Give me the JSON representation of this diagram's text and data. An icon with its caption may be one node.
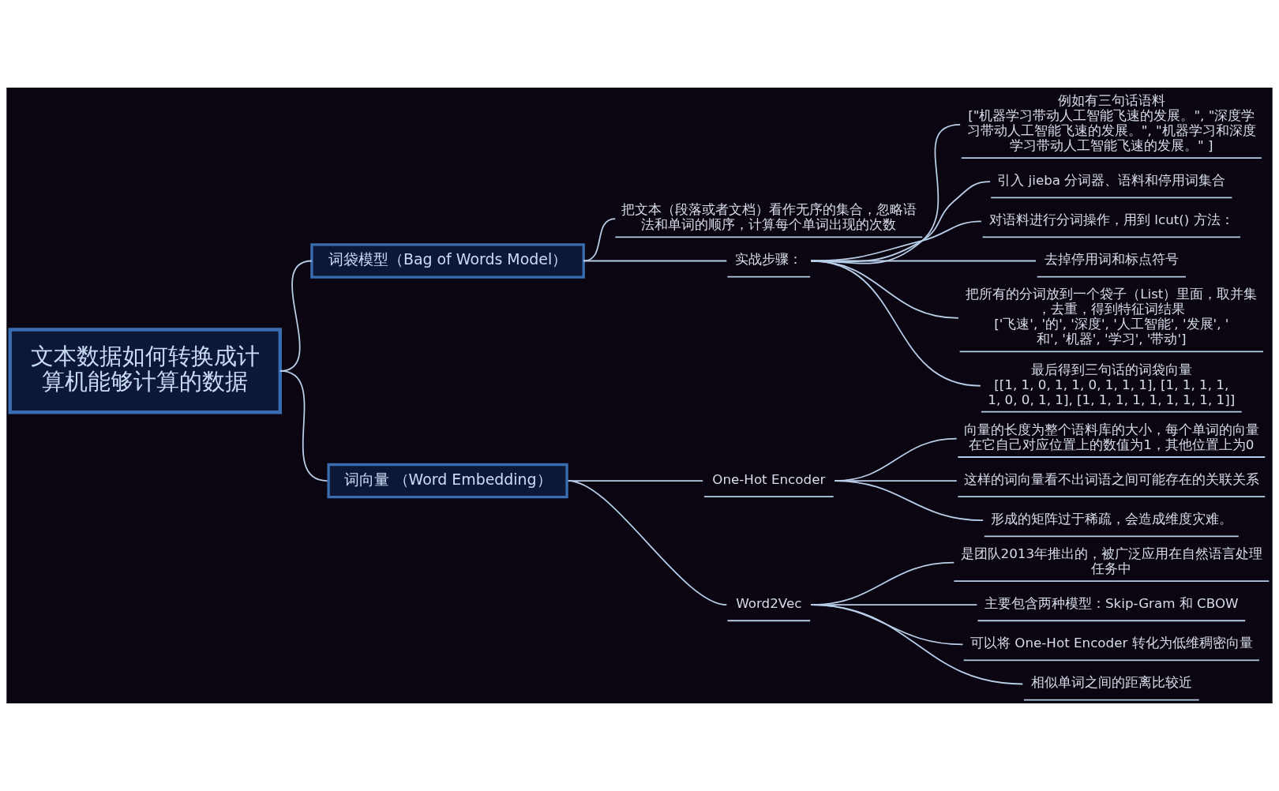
{
  "diagram": {
    "nodes": [
      {
        "text": [
          "文本数据如何转换成计算机能够计算的数据"
        ]
      },
      {
        "text": [
          "词袋模型（Bag of Words Model）"
        ]
      },
      {
        "text": [
          "把文本（段落或者文档）看作无序的集合，忽略语法和单词的顺序，计算每个单词出现的次数"
        ]
      },
      {
        "text": [
          "实战步骤："
        ]
      },
      {
        "text": [
          "例如有三句话语料",
          "[\"机器学习带动人工智能飞速的发展。\", \"深度学习带动人工智能飞速的发展。\", \"机器学习和深度学习带动人工智能飞速的发展。\" ]"
        ]
      },
      {
        "text": [
          "引入 jieba 分词器、语料和停用词集合"
        ]
      },
      {
        "text": [
          "对语料进行分词操作，用到 lcut() 方法："
        ]
      },
      {
        "text": [
          "去掉停用词和标点符号"
        ]
      },
      {
        "text": [
          "把所有的分词放到一个袋子（List）里面，取并集，去重，得到特征词结果",
          "['飞速', '的', '深度', '人工智能', '发展', '和', '机器', '学习', '带动']"
        ]
      },
      {
        "text": [
          "最后得到三句话的词袋向量",
          "[[1, 1, 0, 1, 1, 0, 1, 1, 1], [1, 1, 1, 1, 1, 0, 0, 1, 1], [1, 1, 1, 1, 1, 1, 1, 1, 1]]"
        ]
      },
      {
        "text": [
          "词向量 （Word Embedding）"
        ]
      },
      {
        "text": [
          "One-Hot Encoder"
        ]
      },
      {
        "text": [
          "向量的长度为整个语料库的大小，每个单词的向量在它自己对应位置上的数值为1，其他位置上为0"
        ]
      },
      {
        "text": [
          "这样的词向量看不出词语之间可能存在的关联关系"
        ]
      },
      {
        "text": [
          "形成的矩阵过于稀疏，会造成维度灾难。"
        ]
      },
      {
        "text": [
          "Word2Vec"
        ]
      },
      {
        "text": [
          "是团队2013年推出的，被广泛应用在自然语言处理任务中"
        ]
      },
      {
        "text": [
          "主要包含两种模型：Skip-Gram 和 CBOW"
        ]
      },
      {
        "text": [
          "可以将 One-Hot Encoder 转化为低维稠密向量"
        ]
      },
      {
        "text": [
          "相似单词之间的距离比较近"
        ]
      }
    ],
    "edges": [
      {
        "from": 0,
        "to": 1,
        "arrow": "none"
      },
      {
        "from": 1,
        "to": 2,
        "arrow": "none"
      },
      {
        "from": 1,
        "to": 3,
        "arrow": "none"
      },
      {
        "from": 3,
        "to": 4,
        "arrow": "none"
      },
      {
        "from": 3,
        "to": 5,
        "arrow": "none"
      },
      {
        "from": 3,
        "to": 6,
        "arrow": "none"
      },
      {
        "from": 3,
        "to": 7,
        "arrow": "none"
      },
      {
        "from": 3,
        "to": 8,
        "arrow": "none"
      },
      {
        "from": 3,
        "to": 9,
        "arrow": "none"
      },
      {
        "from": 0,
        "to": 10,
        "arrow": "none"
      },
      {
        "from": 10,
        "to": 11,
        "arrow": "none"
      },
      {
        "from": 11,
        "to": 12,
        "arrow": "none"
      },
      {
        "from": 11,
        "to": 13,
        "arrow": "none"
      },
      {
        "from": 11,
        "to": 14,
        "arrow": "none"
      },
      {
        "from": 10,
        "to": 15,
        "arrow": "none"
      },
      {
        "from": 15,
        "to": 16,
        "arrow": "none"
      },
      {
        "from": 15,
        "to": 17,
        "arrow": "none"
      },
      {
        "from": 15,
        "to": 18,
        "arrow": "none"
      },
      {
        "from": 15,
        "to": 19,
        "arrow": "none"
      }
    ]
  }
}
